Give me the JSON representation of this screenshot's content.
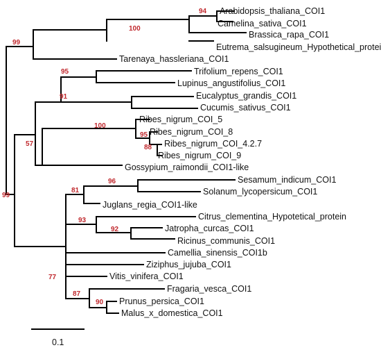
{
  "tree": {
    "leaves": [
      {
        "key": "ath",
        "label": "Arabidopsis_thaliana_COI1"
      },
      {
        "key": "csa",
        "label": "Camelina_sativa_COI1"
      },
      {
        "key": "bra",
        "label": "Brassica_rapa_COI1"
      },
      {
        "key": "eut",
        "label": "Eutrema_salsugineum_Hypothetical_protein"
      },
      {
        "key": "tar",
        "label": "Tarenaya_hassleriana_COI1"
      },
      {
        "key": "tri",
        "label": "Trifolium_repens_COI1"
      },
      {
        "key": "lup",
        "label": "Lupinus_angustifolius_COI1"
      },
      {
        "key": "euc",
        "label": "Eucalyptus_grandis_COI1"
      },
      {
        "key": "cuc",
        "label": "Cucumis_sativus_COI1"
      },
      {
        "key": "rn5",
        "label": "Ribes_nigrum_COI_5"
      },
      {
        "key": "rn8",
        "label": "Ribes_nigrum_COI_8"
      },
      {
        "key": "rn427",
        "label": "Ribes_nigrum_COI_4.2.7"
      },
      {
        "key": "rn9",
        "label": "Ribes_nigrum_COI_9"
      },
      {
        "key": "gos",
        "label": "Gossypium_raimondii_COI1-like"
      },
      {
        "key": "ses",
        "label": "Sesamum_indicum_COI1"
      },
      {
        "key": "sol",
        "label": "Solanum_lycopersicum_COI1"
      },
      {
        "key": "jug",
        "label": "Juglans_regia_COI1-like"
      },
      {
        "key": "cit",
        "label": "Citrus_clementina_Hypotetical_protein"
      },
      {
        "key": "jat",
        "label": "Jatropha_curcas_COI1"
      },
      {
        "key": "ric",
        "label": "Ricinus_communis_COI1"
      },
      {
        "key": "cam",
        "label": "Camellia_sinensis_COI1b"
      },
      {
        "key": "ziz",
        "label": "Ziziphus_jujuba_COI1"
      },
      {
        "key": "vit",
        "label": "Vitis_vinifera_COI1"
      },
      {
        "key": "fra",
        "label": "Fragaria_vesca_COI1"
      },
      {
        "key": "pru",
        "label": "Prunus_persica_COI1"
      },
      {
        "key": "mal",
        "label": "Malus_x_domestica_COI1"
      }
    ],
    "bootstrap": [
      {
        "key": "b94",
        "value": "94"
      },
      {
        "key": "b100a",
        "value": "100"
      },
      {
        "key": "b99top",
        "value": "99"
      },
      {
        "key": "b95a",
        "value": "95"
      },
      {
        "key": "b91",
        "value": "91"
      },
      {
        "key": "b100b",
        "value": "100"
      },
      {
        "key": "b95b",
        "value": "95"
      },
      {
        "key": "b88",
        "value": "88"
      },
      {
        "key": "b57",
        "value": "57"
      },
      {
        "key": "b99root",
        "value": "99"
      },
      {
        "key": "b96",
        "value": "96"
      },
      {
        "key": "b81",
        "value": "81"
      },
      {
        "key": "b93",
        "value": "93"
      },
      {
        "key": "b92",
        "value": "92"
      },
      {
        "key": "b77",
        "value": "77"
      },
      {
        "key": "b87",
        "value": "87"
      },
      {
        "key": "b90",
        "value": "90"
      }
    ]
  },
  "scale_bar": {
    "label": "0.1"
  }
}
